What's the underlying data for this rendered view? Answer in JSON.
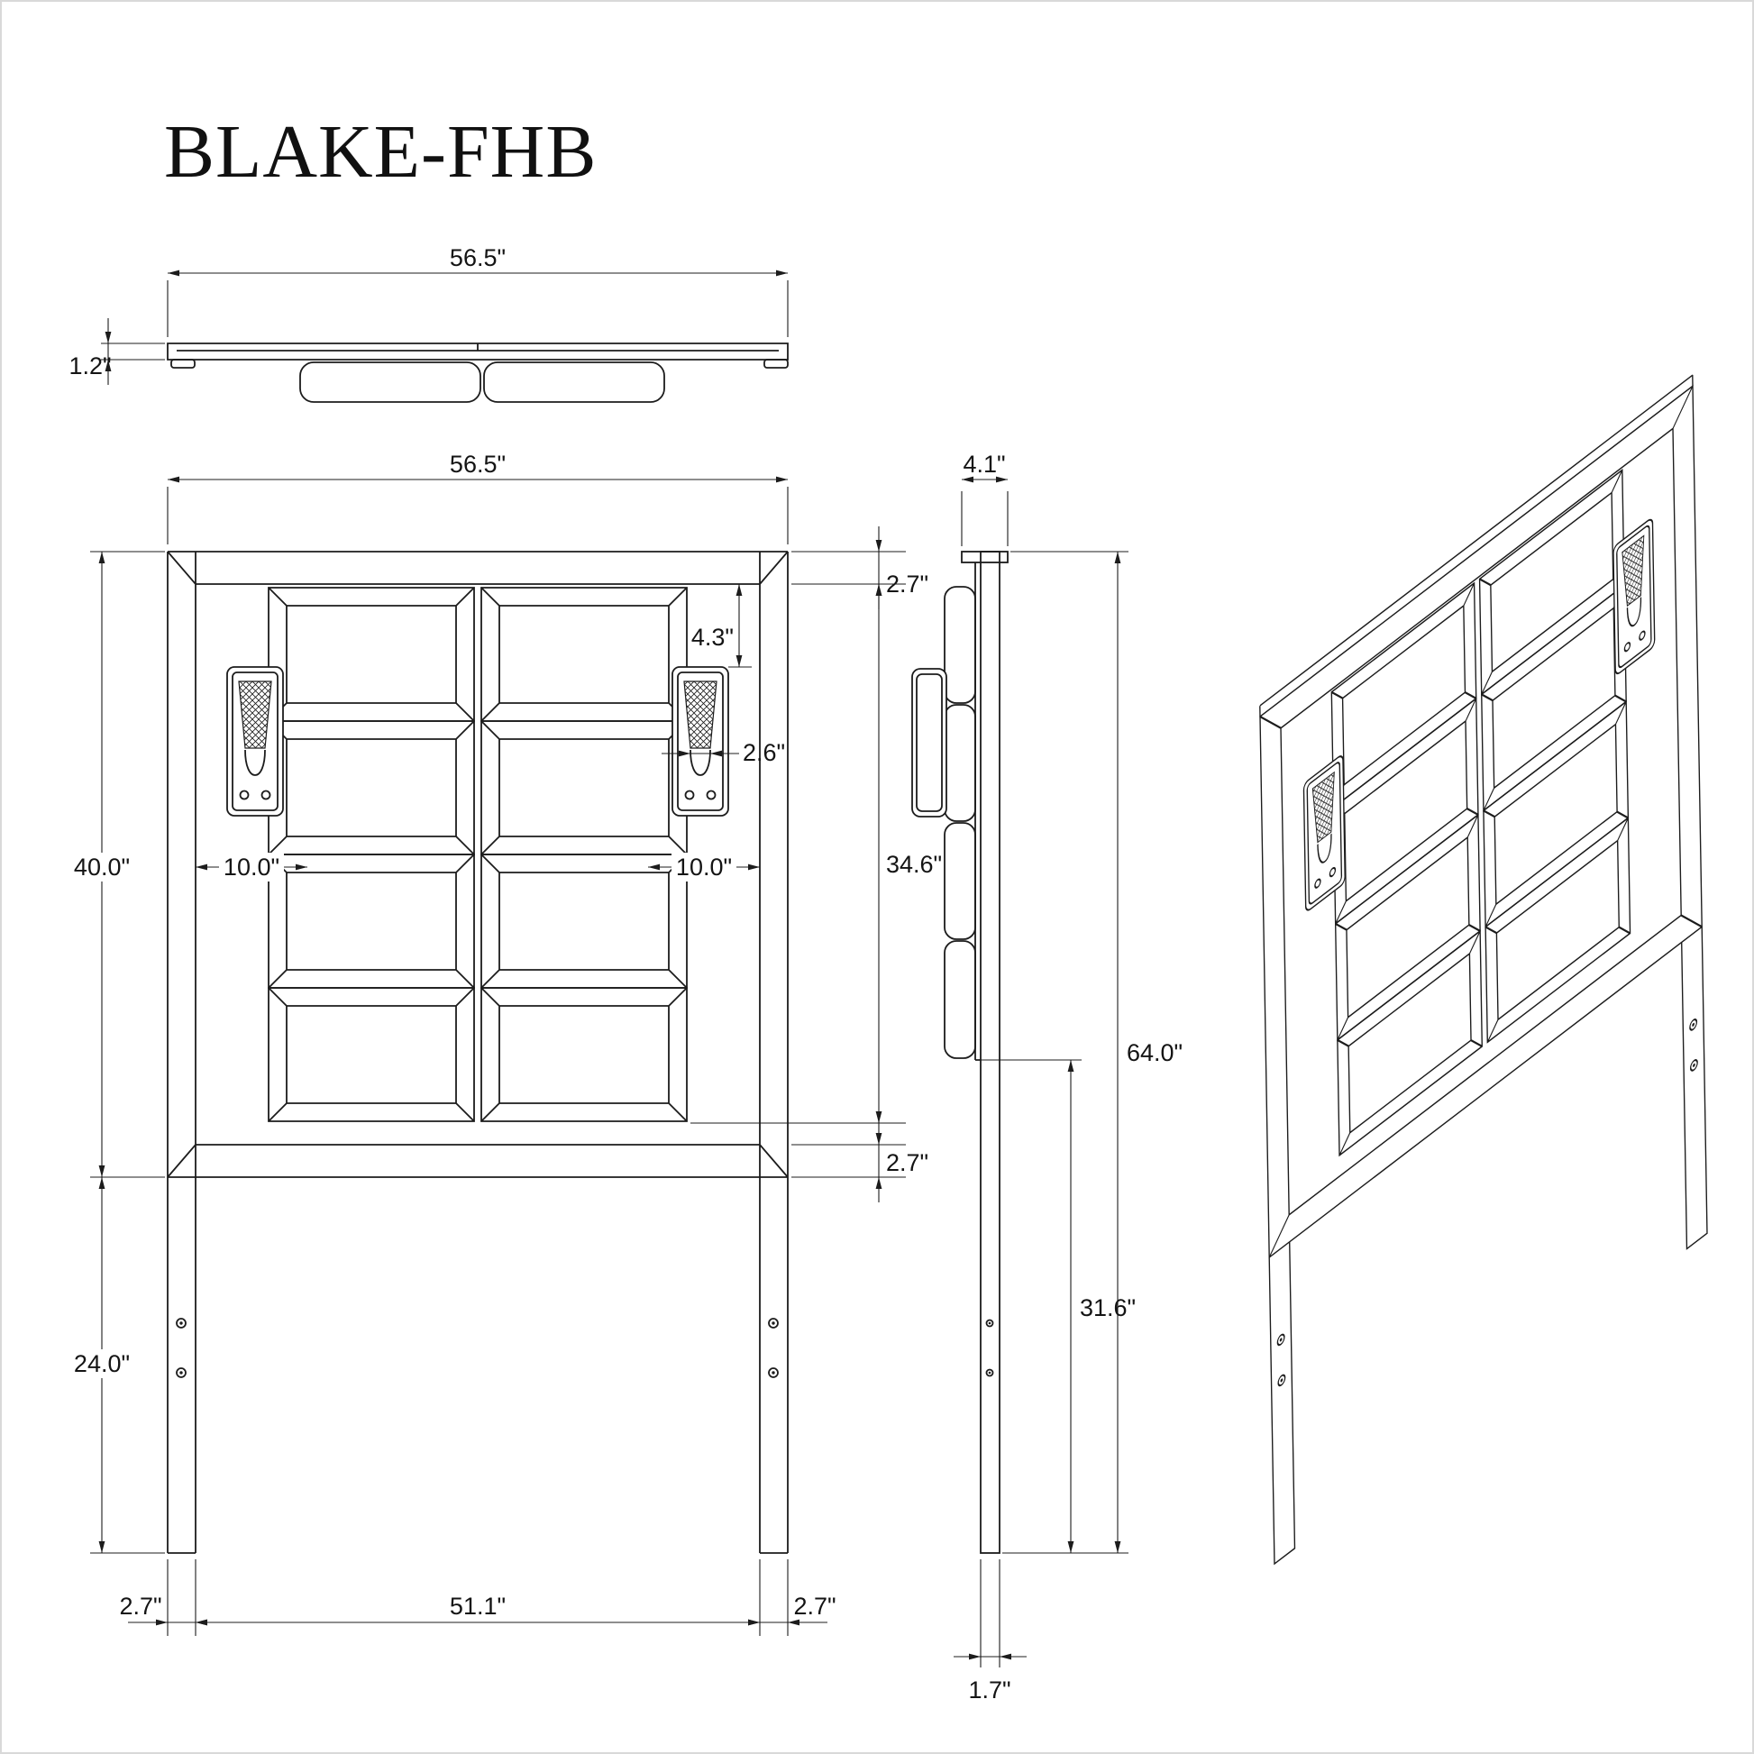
{
  "page": {
    "background": "#ffffff",
    "line_color": "#1c1c1c"
  },
  "title": "BLAKE-FHB",
  "views": {
    "top": {
      "name": "top-view",
      "dims": {
        "width": "56.5\"",
        "thickness": "1.2\""
      }
    },
    "front": {
      "name": "front-view",
      "dims": {
        "width": "56.5\"",
        "top_rail": "2.7\"",
        "lamp_top_offset": "4.3\"",
        "lamp_width": "2.6\"",
        "panel_field_height": "34.6\"",
        "bottom_rail": "2.7\"",
        "headboard_height": "40.0\"",
        "left_lamp_offset": "10.0\"",
        "right_lamp_offset": "10.0\"",
        "leg_length": "24.0\"",
        "left_leg_width": "2.7\"",
        "inner_span": "51.1\"",
        "right_leg_width": "2.7\""
      }
    },
    "side": {
      "name": "side-view",
      "dims": {
        "top_depth": "4.1\"",
        "total_height": "64.0\"",
        "leg_exposed_height": "31.6\"",
        "leg_thickness": "1.7\""
      }
    },
    "isometric": {
      "name": "isometric-view"
    }
  }
}
